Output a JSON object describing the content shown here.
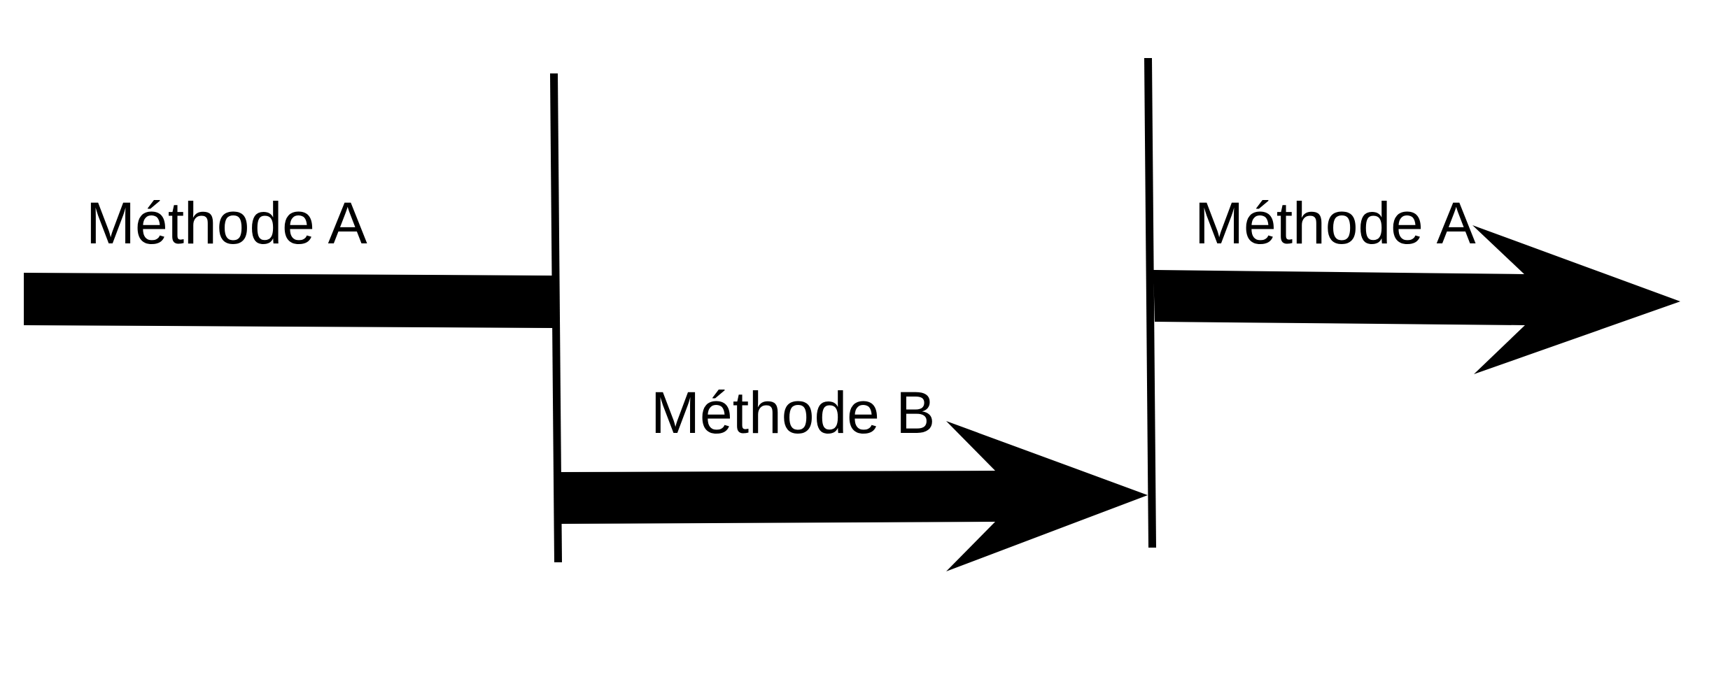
{
  "diagram": {
    "segments": [
      {
        "id": "segment-1",
        "label": "Méthode A"
      },
      {
        "id": "segment-2",
        "label": "Méthode B"
      },
      {
        "id": "segment-3",
        "label": "Méthode A"
      }
    ],
    "colors": {
      "background": "#ffffff",
      "ink": "#000000"
    }
  }
}
